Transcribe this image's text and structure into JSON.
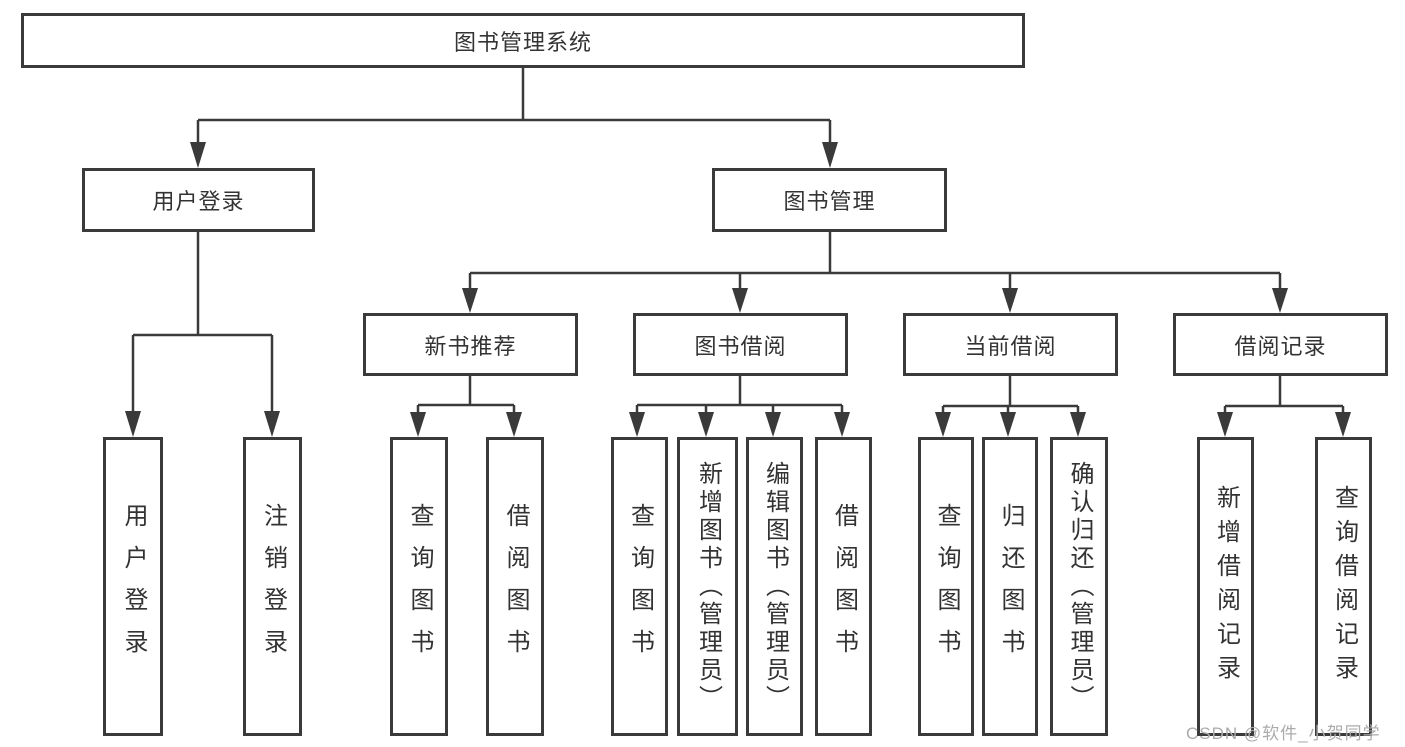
{
  "diagram": {
    "title": "图书管理系统",
    "root": {
      "label": "图书管理系统"
    },
    "level2": [
      {
        "label": "用户登录"
      },
      {
        "label": "图书管理"
      }
    ],
    "level3": [
      {
        "label": "新书推荐"
      },
      {
        "label": "图书借阅"
      },
      {
        "label": "当前借阅"
      },
      {
        "label": "借阅记录"
      }
    ],
    "leaves": {
      "user_login": [
        "用户登录",
        "注销登录"
      ],
      "new_books": [
        "查询图书",
        "借阅图书"
      ],
      "book_borrow": [
        "查询图书",
        "新增图书（管理员）",
        "编辑图书（管理员）",
        "借阅图书"
      ],
      "current_borrow": [
        "查询图书",
        "归还图书",
        "确认归还（管理员）"
      ],
      "borrow_records": [
        "新增借阅记录",
        "查询借阅记录"
      ]
    },
    "colors": {
      "line": "#3a3a3a",
      "text": "#333333",
      "box_background": "#ffffff",
      "watermark": "#ababab"
    },
    "watermark": "CSDN @软件_小贺同学"
  }
}
